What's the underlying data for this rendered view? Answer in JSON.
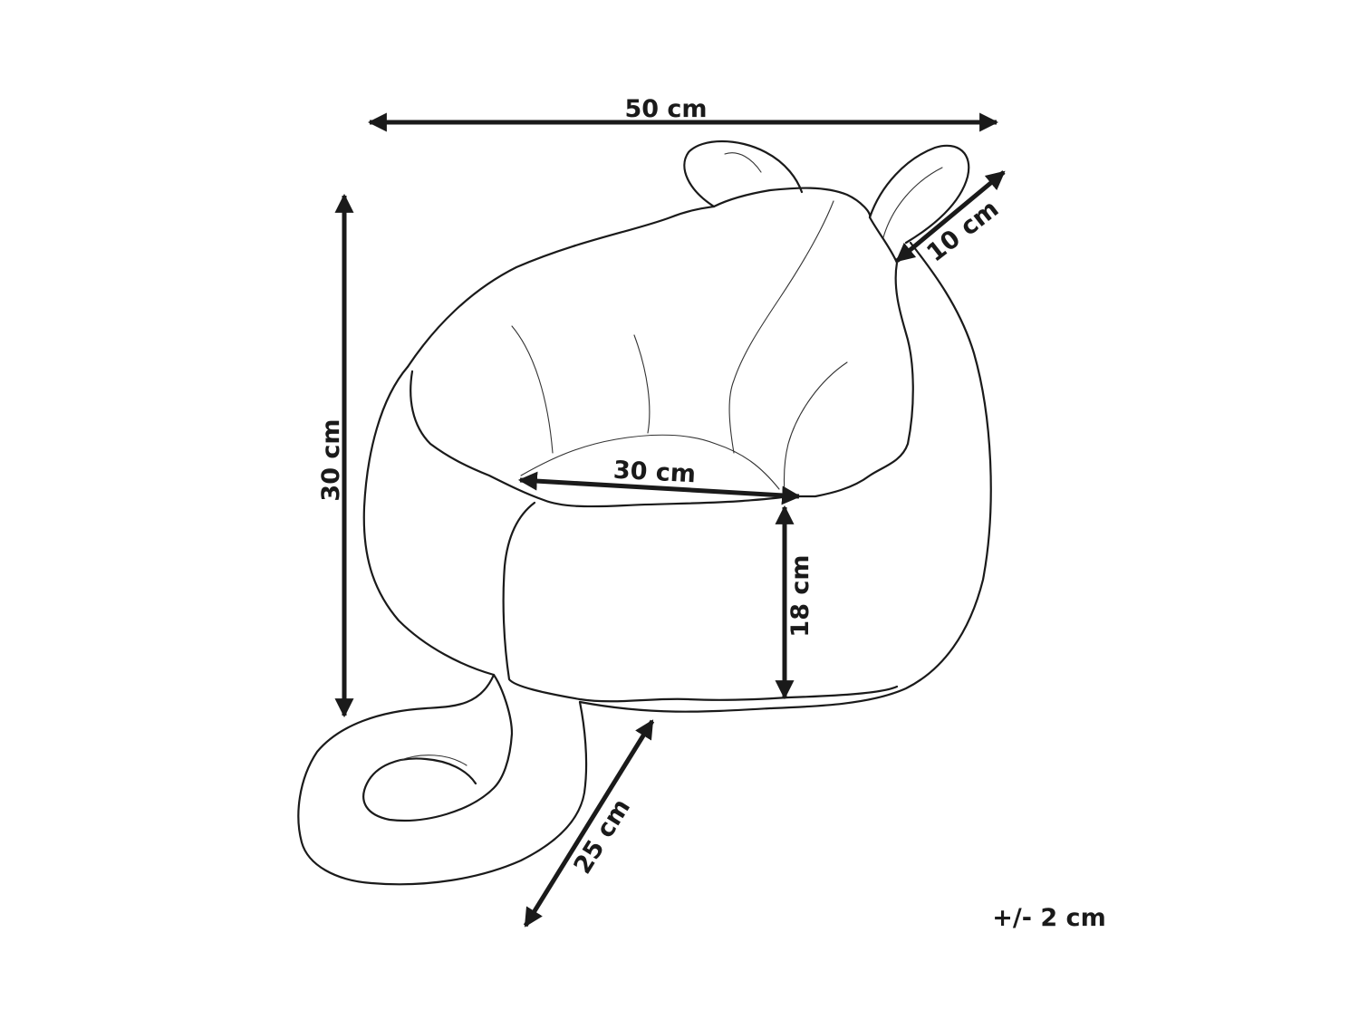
{
  "dimensions": {
    "width": "50 cm",
    "height": "30 cm",
    "ear": "10 cm",
    "seat_width": "30 cm",
    "seat_height": "18 cm",
    "tail": "25 cm"
  },
  "tolerance": "+/- 2 cm",
  "colors": {
    "line": "#1a1a1a",
    "background": "#ffffff"
  }
}
